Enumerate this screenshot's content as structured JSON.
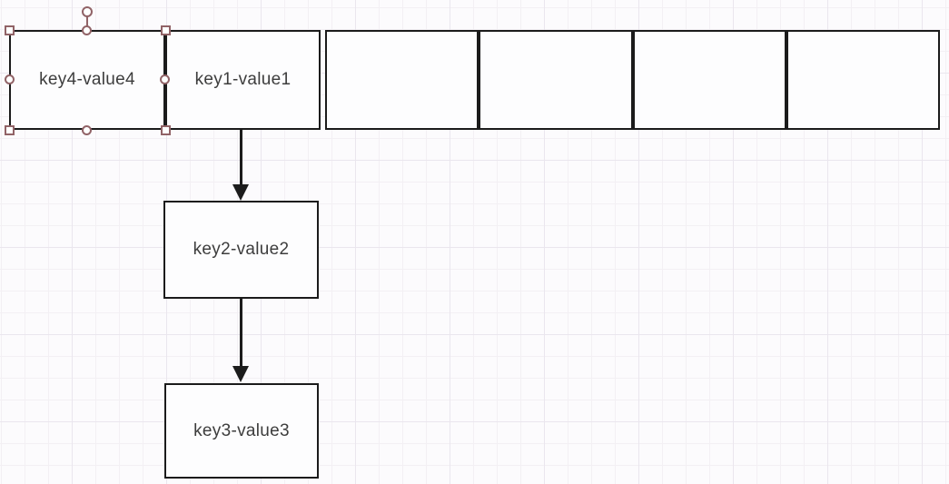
{
  "canvas": {
    "kind": "diagram-editor-canvas",
    "grid": "on",
    "colors": {
      "canvas_bg": "#fcfbfd",
      "grid_minor": "#f3f0f4",
      "grid_major": "#eae6ee",
      "node_border": "#1b1b1b",
      "node_fill": "#fdfdfe",
      "node_text": "#3d3d3d",
      "arrow": "#1c1c1c",
      "handle_stroke": "#916367",
      "handle_fill": "#ffffff"
    }
  },
  "nodes": {
    "key4": {
      "label": "key4-value4",
      "state": "selected"
    },
    "key1": {
      "label": "key1-value1",
      "state": "normal"
    },
    "key2": {
      "label": "key2-value2",
      "state": "normal"
    },
    "key3": {
      "label": "key3-value3",
      "state": "normal"
    }
  },
  "bucket_row": {
    "empty_cell_count": 4
  },
  "edges": [
    {
      "from": "key1",
      "to": "key2",
      "direction": "down",
      "style": "solid-arrow"
    },
    {
      "from": "key2",
      "to": "key3",
      "direction": "down",
      "style": "solid-arrow"
    }
  ],
  "selection": {
    "target": "key4",
    "handles": [
      "rotate",
      "top-left",
      "top-middle",
      "top-right",
      "middle-left",
      "middle-right",
      "bottom-left",
      "bottom-middle",
      "bottom-right"
    ]
  }
}
